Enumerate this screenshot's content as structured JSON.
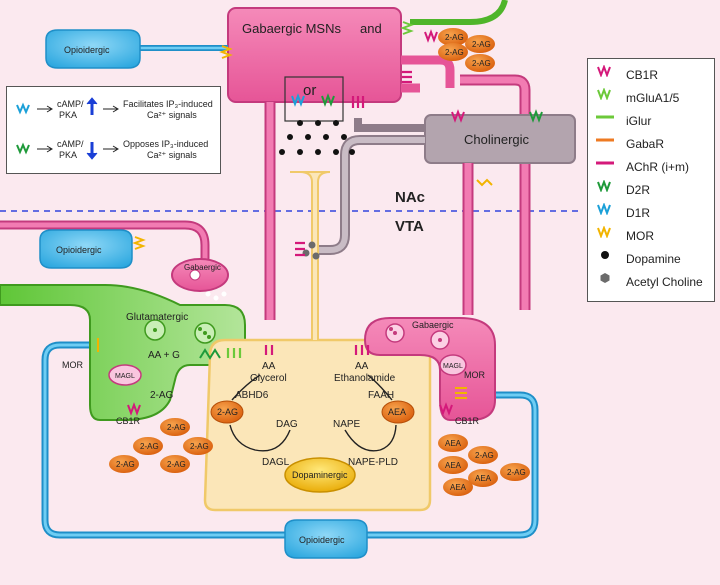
{
  "labels": {
    "msn": "Gabaergic MSNs",
    "and": "and",
    "or": "or",
    "cholinergic": "Cholinergic",
    "nac": "NAc",
    "vta": "VTA",
    "opioidergic_top": "Opioidergic",
    "opioidergic_mid": "Opioidergic",
    "opioidergic_bottom": "Opioidergic",
    "gabaergic_small": "Gabaergic",
    "glutamatergic": "Glutamatergic",
    "gabaergic_right": "Gabaergic",
    "magl_left": "MAGL",
    "magl_right": "MAGL",
    "aa_g": "AA + G",
    "two_ag_left": "2-AG",
    "mor_left": "MOR",
    "cb1r_left": "CB1R",
    "mor_right": "MOR",
    "cb1r_right": "CB1R",
    "aa_glycerol_1": "AA",
    "aa_glycerol_2": "Glycerol",
    "aa_eth_1": "AA",
    "aa_eth_2": "Ethanolamide",
    "abhd6": "ABHD6",
    "faah": "FAAH",
    "dag": "DAG",
    "dagl": "DAGL",
    "nape": "NAPE",
    "nape_pld": "NAPE-PLD",
    "dopaminergic": "Dopaminergic",
    "inner_2ag": "2-AG",
    "inner_aea": "AEA",
    "orange_2ag": "2-AG",
    "orange_aea": "AEA"
  },
  "key": {
    "row1_left_1": "cAMP/",
    "row1_left_2": "PKA",
    "row1_right_1": "Facilitates IP₃-induced",
    "row1_right_2": "Ca²⁺ signals",
    "row2_left_1": "cAMP/",
    "row2_left_2": "PKA",
    "row2_right_1": "Opposes IP₃-induced",
    "row2_right_2": "Ca²⁺ signals"
  },
  "legend": [
    {
      "label": "CB1R",
      "color": "#d4197a",
      "symbol": "zigzag"
    },
    {
      "label": "mGluA1/5",
      "color": "#6cc93a",
      "symbol": "zigzag"
    },
    {
      "label": "iGlur",
      "color": "#6cc93a",
      "symbol": "line"
    },
    {
      "label": "GabaR",
      "color": "#ee7a22",
      "symbol": "line"
    },
    {
      "label": "AChR (i+m)",
      "color": "#d4197a",
      "symbol": "line"
    },
    {
      "label": "D2R",
      "color": "#1f9a3a",
      "symbol": "zigzag"
    },
    {
      "label": "D1R",
      "color": "#1ba0d8",
      "symbol": "zigzag"
    },
    {
      "label": "MOR",
      "color": "#f2b400",
      "symbol": "zigzag"
    },
    {
      "label": "Dopamine",
      "color": "#111111",
      "symbol": "dot"
    },
    {
      "label": "Acetyl Choline",
      "color": "#6b6b6b",
      "symbol": "hex"
    }
  ],
  "colors": {
    "pink_cell": "#f06aa6",
    "green_cell": "#8fd86a",
    "yellow_cell": "#fbe6b8",
    "grey_cell": "#b3a4ae",
    "blue_cell": "#58c0ec",
    "orange_mol": "#ef7d1f",
    "divider": "#3344dd"
  }
}
